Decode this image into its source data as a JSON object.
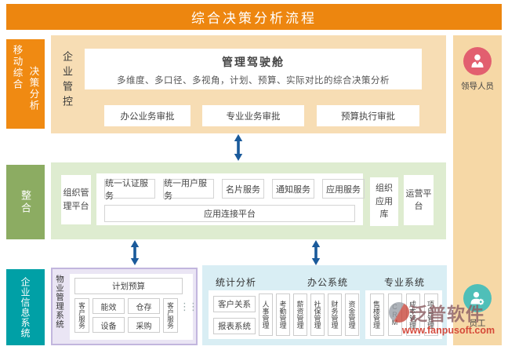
{
  "title": "综合决策分析流程",
  "left_labels": {
    "mobile_line1": "移动综合",
    "mobile_line2": "决策分析",
    "integration": "整合",
    "enterprise_info": "企业信息系统"
  },
  "top_section": {
    "side_label": "企业管控",
    "cockpit_title": "管理驾驶舱",
    "cockpit_subtitle": "多维度、多口径、多视角，计划、预算、实际对比的综合决策分析",
    "approvals": [
      "办公业务审批",
      "专业业务审批",
      "预算执行审批"
    ]
  },
  "middle_section": {
    "org_platform": "组织管理平台",
    "services": [
      "统一认证服务",
      "统一用户服务",
      "名片服务",
      "通知服务",
      "应用服务"
    ],
    "connect_platform": "应用连接平台",
    "org_app_library": "组织应用库",
    "operation_platform": "运营平台"
  },
  "bottom_section": {
    "property_panel": {
      "side_label": "物业管理系统",
      "plan_budget": "计划预算",
      "customer_service_left": "客户服务",
      "grid": [
        "能效",
        "仓存",
        "设备",
        "采购"
      ],
      "customer_service_right": "客户服务",
      "ellipsis": "⋮⋮"
    },
    "stats_group": {
      "header": "统计分析",
      "items": [
        "客户关系",
        "报表系统"
      ]
    },
    "office_group": {
      "header": "办公系统",
      "items": [
        "人事管理",
        "考勤管理",
        "薪资管理",
        "社保管理",
        "财务管理",
        "资金管理"
      ]
    },
    "professional_group": {
      "header": "专业系统",
      "items": [
        "售楼管理",
        "CRM",
        "成本管理",
        "项目管理"
      ]
    }
  },
  "right_sidebar": {
    "leader_label": "领导人员",
    "employee_label": "员工"
  },
  "watermark": {
    "brand": "泛普软件",
    "url": "www.fanpusoft.com"
  },
  "colors": {
    "header_orange": "#ED860F",
    "mobile_label_orange": "#F08A12",
    "top_section_tan": "#F7DDB4",
    "right_rail_tan": "#F6D8A6",
    "integration_green": "#8CAC62",
    "middle_section_green": "#DEECD0",
    "enterprise_teal": "#00A0A6",
    "property_panel_purple": "#EAE5F4",
    "systems_panel_blue": "#D9EEF4",
    "arrow_blue": "#1A5A9B",
    "leader_circle_pink": "#E25F6F",
    "employee_circle_teal": "#4FBFB8",
    "watermark_red": "#C8473C"
  }
}
